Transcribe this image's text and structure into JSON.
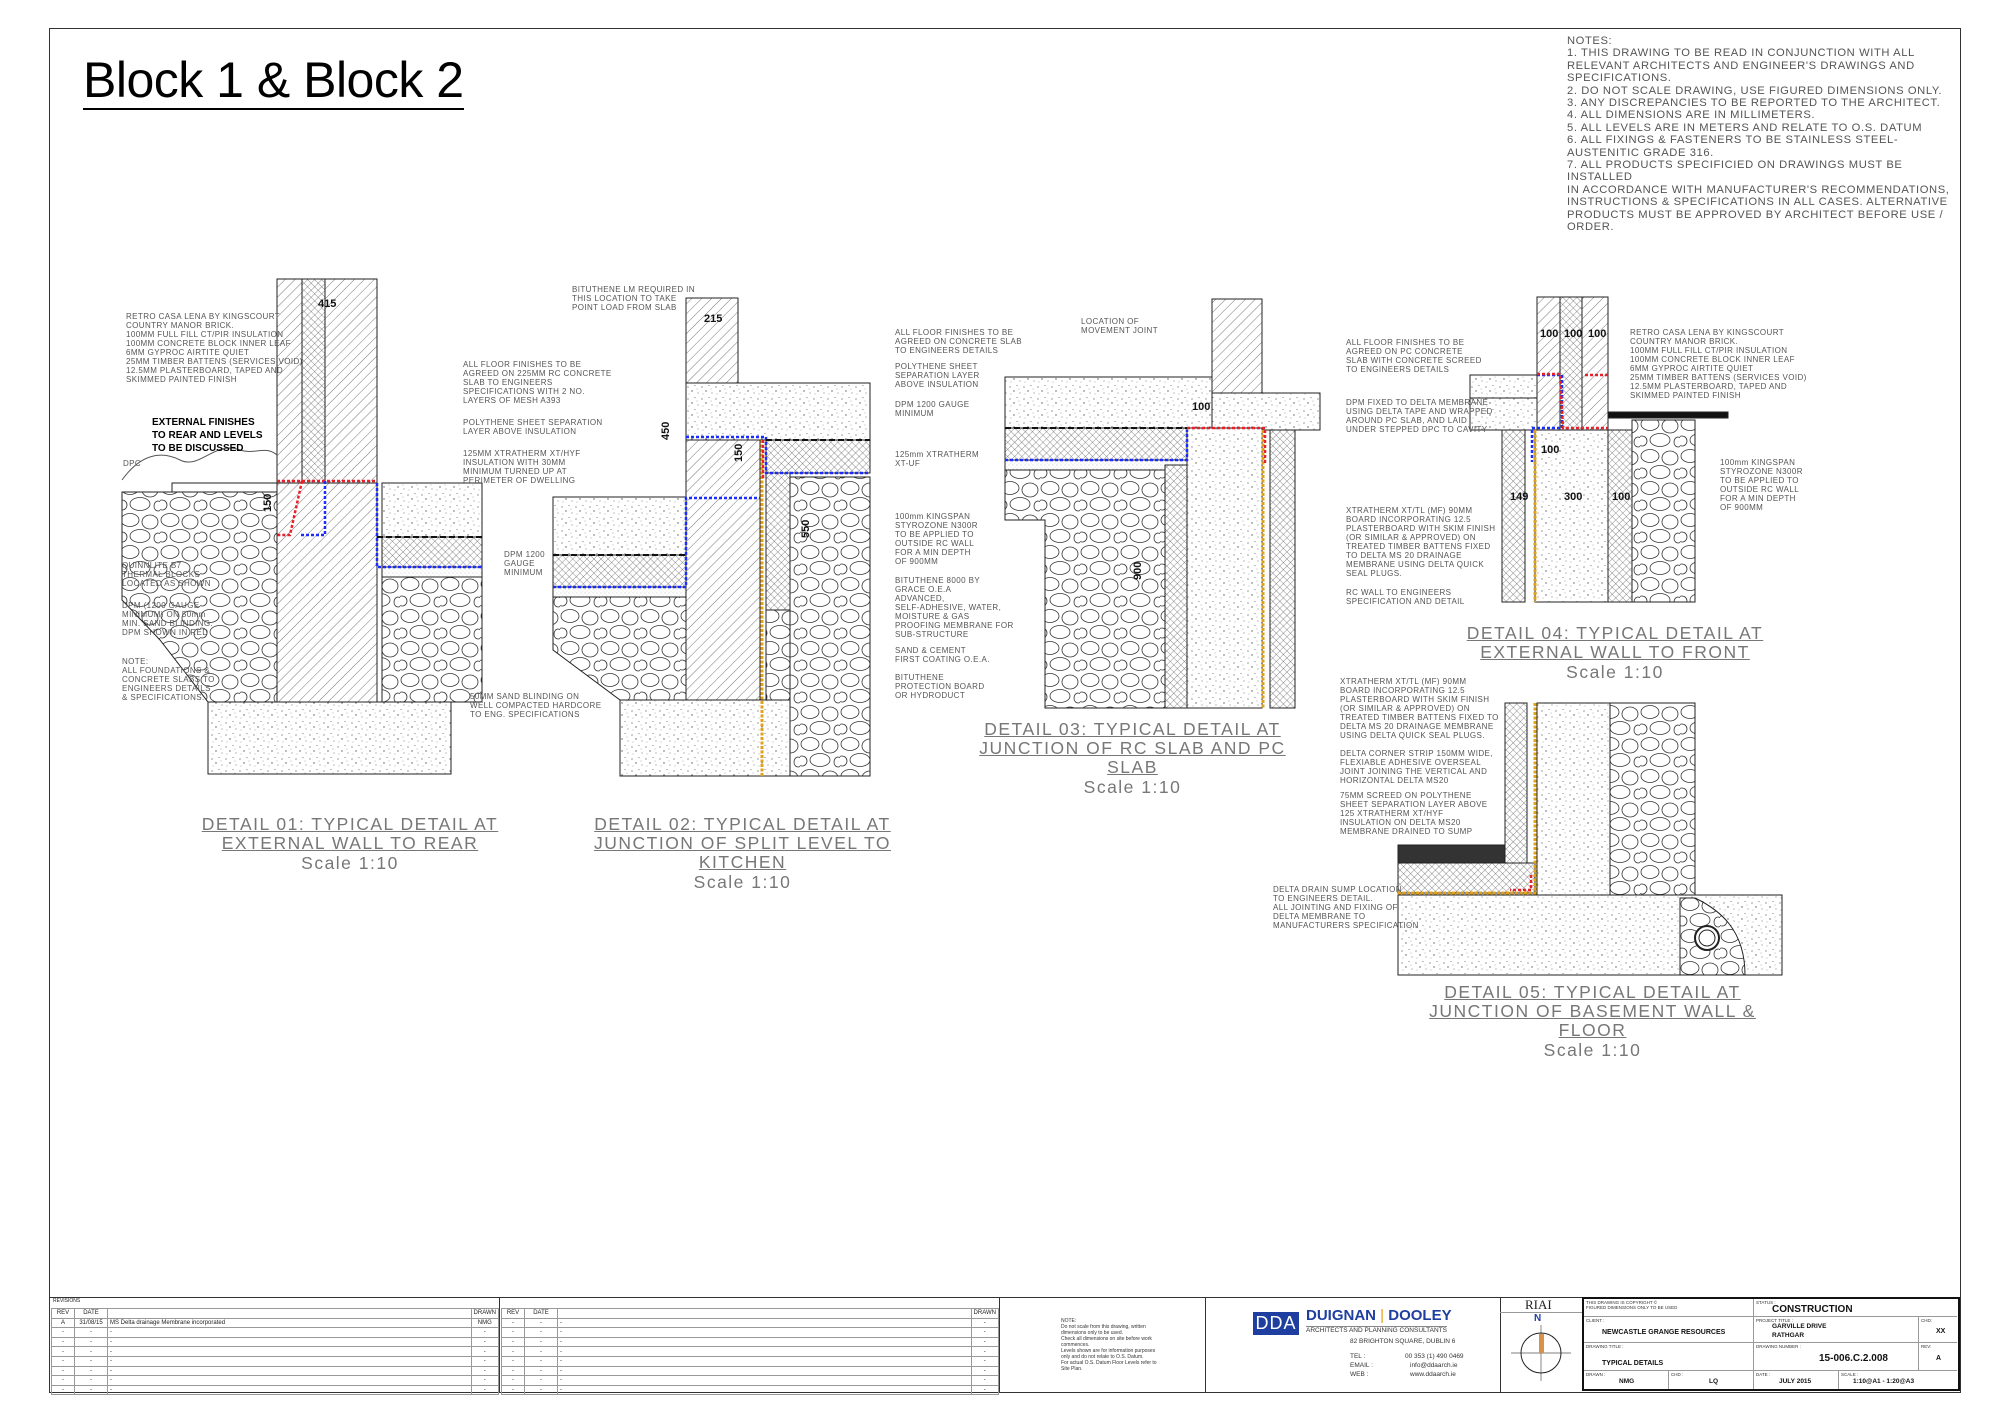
{
  "title": "Block 1 & Block 2",
  "notes": "NOTES:\n1. THIS DRAWING TO BE READ IN CONJUNCTION WITH ALL\nRELEVANT ARCHITECTS AND ENGINEER'S DRAWINGS AND\nSPECIFICATIONS.\n2. DO NOT SCALE DRAWING, USE FIGURED DIMENSIONS ONLY.\n3. ANY DISCREPANCIES TO BE REPORTED TO THE ARCHITECT.\n4. ALL DIMENSIONS ARE IN MILLIMETERS.\n5. ALL LEVELS ARE IN METERS AND RELATE TO O.S. DATUM\n6. ALL FIXINGS & FASTENERS TO BE STAINLESS STEEL-\nAUSTENITIC GRADE 316.\n7. ALL PRODUCTS SPECIFICIED ON DRAWINGS MUST BE INSTALLED\nIN ACCORDANCE WITH MANUFACTURER'S RECOMMENDATIONS,\nINSTRUCTIONS & SPECIFICATIONS IN ALL CASES. ALTERNATIVE\nPRODUCTS MUST BE APPROVED BY ARCHITECT BEFORE USE /\nORDER.",
  "colors": {
    "dpm_red": "#e8202a",
    "membrane_blue": "#1a2cff",
    "delta_yellow": "#e0a21a",
    "brand_blue": "#1e3fa0"
  },
  "details": [
    {
      "title": "DETAIL 01: TYPICAL DETAIL AT\nEXTERNAL WALL TO REAR",
      "scale": "Scale 1:10",
      "labels": {
        "wall_spec": "RETRO CASA LENA BY KINGSCOURT\nCOUNTRY MANOR BRICK.\n100MM FULL FILL CT/PIR INSULATION\n100MM CONCRETE BLOCK INNER LEAF\n6MM GYPROC AIRTITE QUIET\n25MM TIMBER BATTENS (SERVICES VOID)\n12.5MM PLASTERBOARD, TAPED AND\nSKIMMED PAINTED FINISH",
        "external_finishes": "EXTERNAL FINISHES\nTO REAR AND LEVELS\nTO BE DISCUSSED",
        "dpc": "DPC",
        "quinnlite": "QUINNLITE B7\nTHERMAL BLOCKS\nLOCATED AS SHOWN",
        "dpm": "DPM (1200 GAUGE\nMINIMUM) ON 50mm\nMIN. SAND BLINDING.\nDPM SHOWN IN RED",
        "note": "NOTE:\nALL FOUNDATIONS &\nCONCRETE SLABS TO\nENGINEERS DETAILS\n& SPECIFICATIONS.",
        "floor_finishes": "ALL FLOOR FINISHES TO BE\nAGREED ON 225MM RC CONCRETE\nSLAB TO ENGINEERS\nSPECIFICATIONS WITH 2 NO.\nLAYERS OF MESH A393",
        "polythene": "POLYTHENE SHEET SEPARATION\nLAYER ABOVE INSULATION",
        "xtratherm": "125MM XTRATHERM XT/HYF\nINSULATION WITH 30MM\nMINIMUM TURNED UP AT\nPERIMETER OF DWELLING",
        "dpm_gauge": "DPM 1200\nGAUGE\nMINIMUM",
        "sand_blinding": "50MM SAND BLINDING ON\nWELL COMPACTED HARDCORE\nTO ENG. SPECIFICATIONS"
      },
      "dims": [
        "415",
        "150"
      ]
    },
    {
      "title": "DETAIL 02: TYPICAL DETAIL AT\nJUNCTION OF SPLIT LEVEL TO KITCHEN",
      "scale": "Scale 1:10",
      "labels": {
        "bituthene_lm": "BITUTHENE LM REQUIRED IN\nTHIS LOCATION TO TAKE\nPOINT LOAD FROM SLAB",
        "floor_finishes": "ALL FLOOR FINISHES TO BE\nAGREED ON CONCRETE SLAB\nTO ENGINEERS DETAILS",
        "polythene": "POLYTHENE SHEET\nSEPARATION LAYER\nABOVE INSULATION",
        "dpm": "DPM 1200 GAUGE\nMINIMUM",
        "xtratherm": "125mm XTRATHERM\nXT-UF",
        "kingspan": "100mm KINGSPAN\nSTYROZONE N300R\nTO BE APPLIED TO\nOUTSIDE RC WALL\nFOR A MIN DEPTH\nOF 900MM",
        "bituthene_8000": "BITUTHENE 8000 BY\nGRACE O.E.A\nADVANCED,\nSELF-ADHESIVE, WATER,\nMOISTURE & GAS\nPROOFING MEMBRANE FOR\nSUB-STRUCTURE",
        "sand_cement": "SAND & CEMENT\nFIRST COATING O.E.A.",
        "protection": "BITUTHENE\nPROTECTION BOARD\nOR HYDRODUCT"
      },
      "dims": [
        "215",
        "450",
        "150",
        "550"
      ]
    },
    {
      "title": "DETAIL 03: TYPICAL DETAIL AT\nJUNCTION OF RC SLAB AND PC SLAB",
      "scale": "Scale 1:10",
      "labels": {
        "movement_joint": "LOCATION OF\nMOVEMENT JOINT",
        "floor_finishes": "ALL FLOOR FINISHES TO BE\nAGREED ON PC CONCRETE\nSLAB WITH CONCRETE SCREED\nTO ENGINEERS DETAILS",
        "dpm_fixed": "DPM FIXED TO DELTA MEMBRANE\nUSING DELTA TAPE AND WRAPPED\nAROUND PC SLAB, AND LAID\nUNDER STEPPED DPC TO CAVITY",
        "xtratherm": "XTRATHERM XT/TL (MF) 90MM\nBOARD INCORPORATING 12.5\nPLASTERBOARD WITH SKIM FINISH\n(OR SIMILAR & APPROVED) ON\nTREATED TIMBER BATTENS FIXED\nTO DELTA MS 20 DRAINAGE\nMEMBRANE USING DELTA QUICK\nSEAL PLUGS.",
        "rc_wall": "RC WALL TO ENGINEERS\nSPECIFICATION AND DETAIL"
      },
      "dims": [
        "100",
        "900"
      ]
    },
    {
      "title": "DETAIL 04: TYPICAL DETAIL AT\nEXTERNAL WALL TO FRONT",
      "scale": "Scale 1:10",
      "labels": {
        "wall_spec": "RETRO CASA LENA BY KINGSCOURT\nCOUNTRY MANOR BRICK.\n100MM FULL FILL CT/PIR INSULATION\n100MM CONCRETE BLOCK INNER LEAF\n6MM GYPROC AIRTITE QUIET\n25MM TIMBER BATTENS (SERVICES VOID)\n12.5MM PLASTERBOARD, TAPED AND\nSKIMMED PAINTED FINISH",
        "kingspan": "100mm KINGSPAN\nSTYROZONE N300R\nTO BE APPLIED TO\nOUTSIDE RC WALL\nFOR A MIN DEPTH\nOF 900MM"
      },
      "dims": [
        "100",
        "100",
        "100",
        "100",
        "149",
        "300",
        "100"
      ]
    },
    {
      "title": "DETAIL 05: TYPICAL DETAIL  AT\nJUNCTION OF BASEMENT WALL & FLOOR",
      "scale": "Scale 1:10",
      "labels": {
        "xtratherm": "XTRATHERM XT/TL (MF) 90MM\nBOARD INCORPORATING 12.5\nPLASTERBOARD WITH SKIM FINISH\n(OR SIMILAR & APPROVED) ON\nTREATED TIMBER BATTENS FIXED TO\nDELTA MS 20 DRAINAGE MEMBRANE\nUSING DELTA QUICK SEAL PLUGS.",
        "corner_strip": "DELTA CORNER STRIP 150MM WIDE,\nFLEXIABLE ADHESIVE OVERSEAL\nJOINT  JOINING THE VERTICAL AND\nHORIZONTAL DELTA MS20",
        "screed": "75MM SCREED ON POLYTHENE\nSHEET SEPARATION LAYER ABOVE\n125 XTRATHERM XT/HYF\nINSULATION ON DELTA MS20\nMEMBRANE DRAINED TO SUMP",
        "sump": "DELTA DRAIN SUMP LOCATION\nTO ENGINEERS DETAIL.\nALL JOINTING AND FIXING OF\nDELTA MEMBRANE TO\nMANUFACTURERS SPECIFICATION"
      },
      "dims": []
    }
  ],
  "title_block": {
    "revisions_label": "REVISIONS",
    "col_rev": "REV",
    "col_date": "DATE",
    "col_drawn": "DRAWN",
    "revisions": [
      {
        "rev": "A",
        "date": "31/08/15",
        "desc": "MS Delta drainage Membrane incorporated",
        "drawn": "NMG"
      }
    ],
    "empty_marker": "-",
    "note": "NOTE:\nDo not scale from this drawing, written\ndimensions only to be used.\nCheck all dimensions on site before work\ncommences.\nLevels shown are for information purposes\nonly and do not relate to O.S. Datum.\nFor actual O.S. Datum Floor Levels refer to\nSite Plan.",
    "firm_logo": "DDA",
    "firm_name_1": "DUIGNAN",
    "firm_name_2": "DOOLEY",
    "firm_sub": "ARCHITECTS AND PLANNING CONSULTANTS",
    "address": "82 BRIGHTON SQUARE, DUBLIN 6",
    "tel_label": "TEL :",
    "tel": "00 353 (1) 490 0469",
    "email_label": "EMAIL :",
    "email": "info@ddaarch.ie",
    "web_label": "WEB :",
    "web": "www.ddaarch.ie",
    "riai": "RIAI",
    "north": "N",
    "copyright": "THIS DRAWING IS COPYRIGHT ©\nFIGURED DIMENSIONS ONLY TO BE USED",
    "status_label": "STATUS :",
    "status": "CONSTRUCTION",
    "client_label": "CLIENT :",
    "client": "NEWCASTLE GRANGE RESOURCES",
    "project_label": "PROJECT TITLE :",
    "project": "GARVILLE DRIVE\nRATHGAR",
    "chk_label": "CHD:",
    "chk": "XX",
    "drawing_title_label": "DRAWING TITLE :",
    "drawing_title": "TYPICAL DETAILS",
    "drawing_number_label": "DRAWING NUMBER :",
    "drawing_number": "15-006.C.2.008",
    "rev_label": "REV:",
    "rev": "A",
    "drawn_label": "DRAWN :",
    "drawn": "NMG",
    "chd_label": "CHD :",
    "chd": "LQ",
    "date_label": "DATE :",
    "date": "JULY 2015",
    "scale_label": "SCALE :",
    "scale": "1:10@A1 - 1:20@A3"
  }
}
